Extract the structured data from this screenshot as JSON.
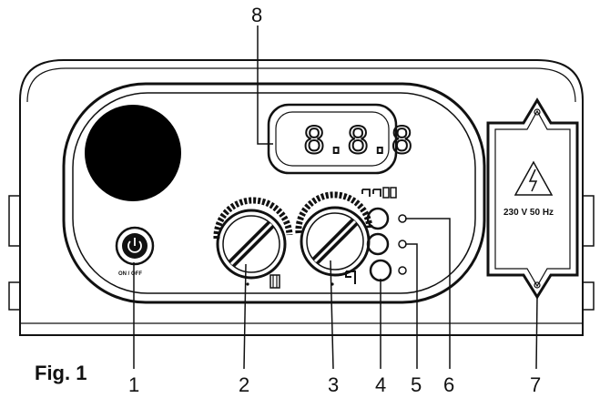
{
  "figure_label": "Fig. 1",
  "display_digits": "8.8.8",
  "on_off_label": "ON / OFF",
  "voltage_label": "230 V  50 Hz",
  "callouts": [
    "1",
    "2",
    "3",
    "4",
    "5",
    "6",
    "7",
    "8"
  ]
}
